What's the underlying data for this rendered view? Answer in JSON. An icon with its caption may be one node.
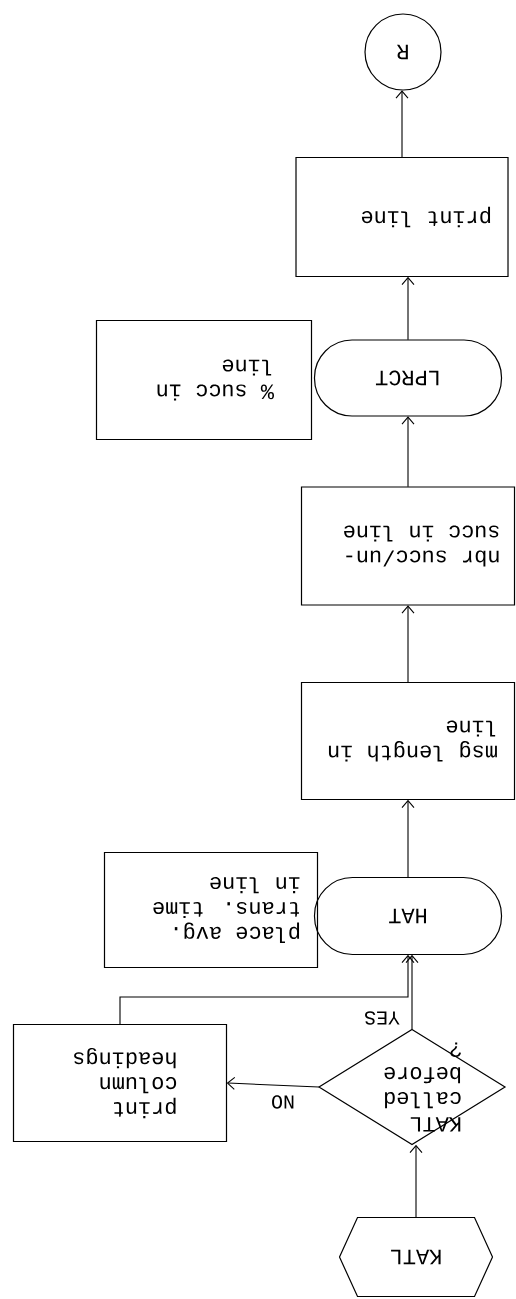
{
  "diagram": {
    "nodes": [
      {
        "text": [
          "KATL"
        ]
      },
      {
        "text": [
          "KATL called before ?"
        ]
      },
      {
        "text": [
          "print column headings"
        ]
      },
      {
        "text": [
          "HAT"
        ]
      },
      {
        "text": [
          "place avg. trans. time in line"
        ]
      },
      {
        "text": [
          "msg length in line"
        ]
      },
      {
        "text": [
          "nbr succ/un- succ in line"
        ]
      },
      {
        "text": [
          "LPRCT"
        ]
      },
      {
        "text": [
          "% succ in line"
        ]
      },
      {
        "text": [
          "print line"
        ]
      },
      {
        "text": [
          "R"
        ]
      }
    ],
    "edges": [
      {
        "from": 0,
        "to": 1,
        "arrow": "to"
      },
      {
        "from": 1,
        "to": 2,
        "arrow": "to",
        "label": "NO"
      },
      {
        "from": 1,
        "to": 3,
        "arrow": "to",
        "label": "YES"
      },
      {
        "from": 2,
        "to": 3,
        "arrow": "to"
      },
      {
        "from": 3,
        "to": 5,
        "arrow": "to"
      },
      {
        "from": 5,
        "to": 6,
        "arrow": "to"
      },
      {
        "from": 6,
        "to": 7,
        "arrow": "to"
      },
      {
        "from": 7,
        "to": 9,
        "arrow": "to"
      },
      {
        "from": 9,
        "to": 10,
        "arrow": "to"
      }
    ]
  }
}
